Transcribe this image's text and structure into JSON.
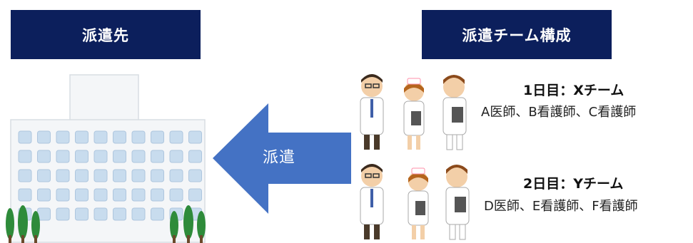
{
  "headers": {
    "destination": "派遣先",
    "team_composition": "派遣チーム構成"
  },
  "arrow": {
    "label": "派遣"
  },
  "teams": [
    {
      "title": "1日目：Xチーム",
      "members": "A医師、B看護師、C看護師"
    },
    {
      "title": "2日目：Yチーム",
      "members": "D医師、E看護師、F看護師"
    }
  ],
  "colors": {
    "header_bg": "#0c1f5c",
    "arrow": "#4472c4",
    "building": "#f4f6f8",
    "window": "#c8dcee"
  }
}
